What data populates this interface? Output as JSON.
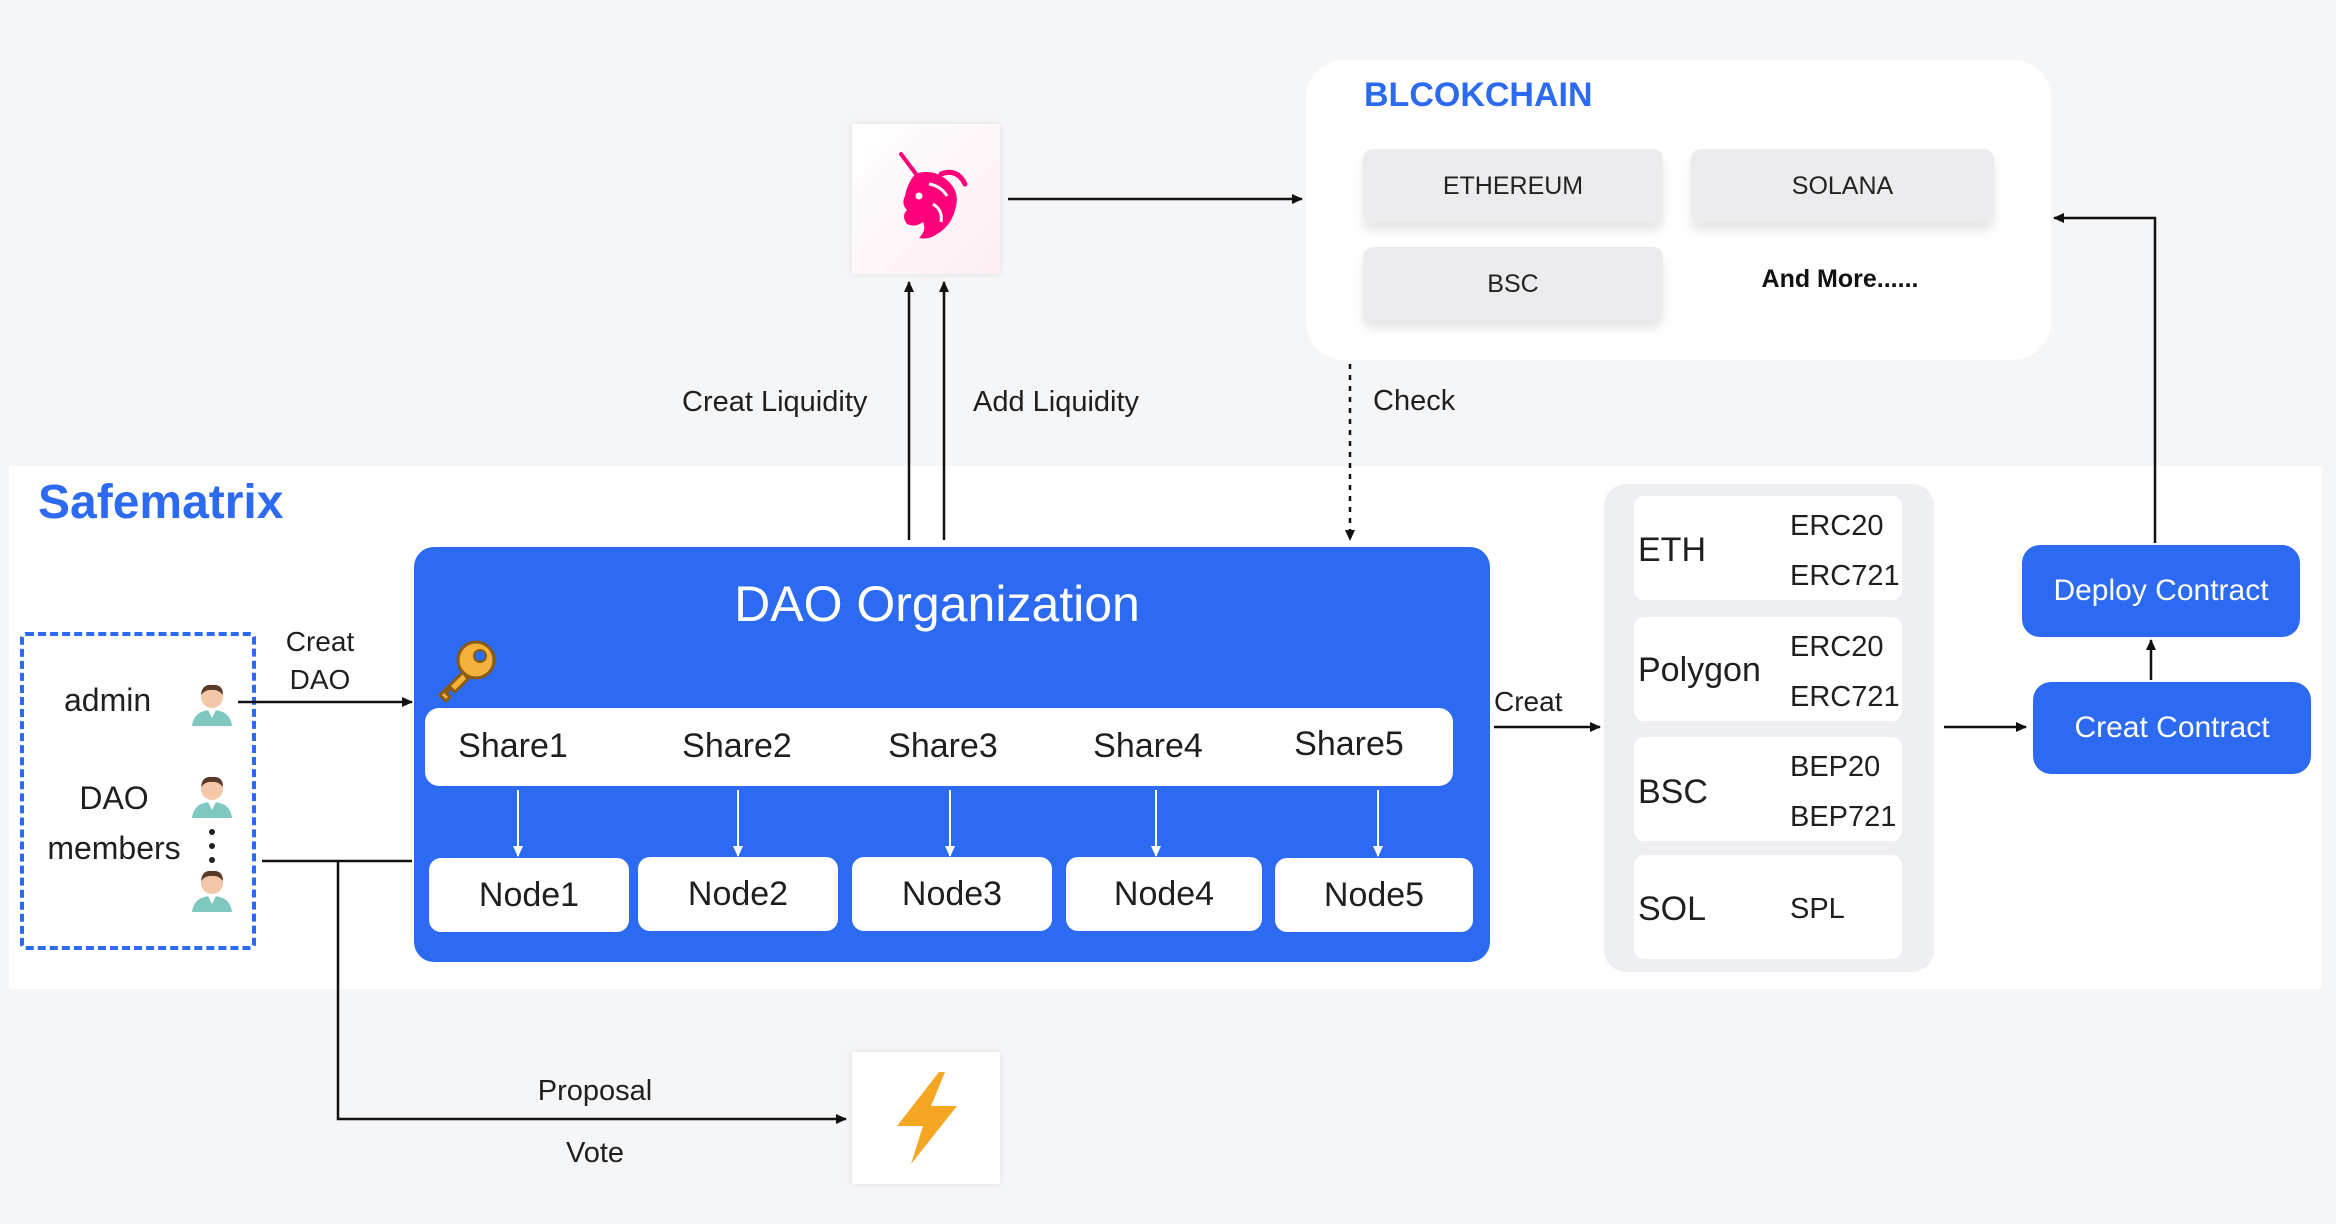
{
  "brand": "Safematrix",
  "members": {
    "admin": "admin",
    "dao": "DAO",
    "members": "members"
  },
  "edges": {
    "creat_dao_1": "Creat",
    "creat_dao_2": "DAO",
    "creat": "Creat",
    "creat_liquidity": "Creat Liquidity",
    "add_liquidity": "Add Liquidity",
    "check": "Check",
    "proposal": "Proposal",
    "vote": "Vote"
  },
  "dao": {
    "title": "DAO Organization",
    "shares": [
      "Share1",
      "Share2",
      "Share3",
      "Share4",
      "Share5"
    ],
    "nodes": [
      "Node1",
      "Node2",
      "Node3",
      "Node4",
      "Node5"
    ]
  },
  "chains": [
    {
      "name": "ETH",
      "standards": [
        "ERC20",
        "ERC721"
      ]
    },
    {
      "name": "Polygon",
      "standards": [
        "ERC20",
        "ERC721"
      ]
    },
    {
      "name": "BSC",
      "standards": [
        "BEP20",
        "BEP721"
      ]
    },
    {
      "name": "SOL",
      "standards": [
        "SPL"
      ]
    }
  ],
  "contracts": {
    "creat": "Creat Contract",
    "deploy": "Deploy Contract"
  },
  "blockchain": {
    "title": "BLCOKCHAIN",
    "items": [
      "ETHEREUM",
      "SOLANA",
      "BSC"
    ],
    "more": "And More......"
  },
  "icons": {
    "uniswap": "unicorn-icon",
    "bolt": "lightning-bolt-icon",
    "key": "key-icon",
    "person": "person-avatar-icon"
  },
  "colors": {
    "accent": "#2d6af2",
    "uniswap": "#ff007a",
    "bolt": "#f5a623"
  }
}
